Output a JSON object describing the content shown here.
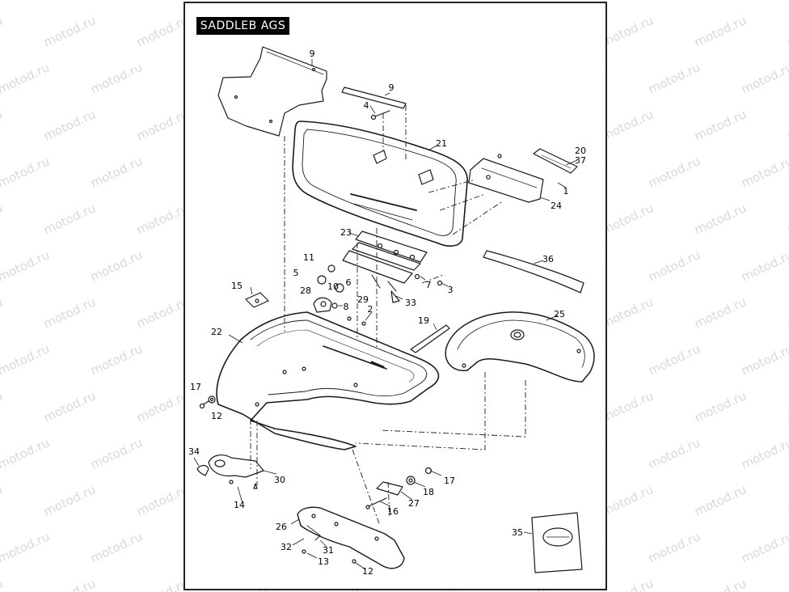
{
  "title": "SADDLEB AGS",
  "watermark": "motod.ru",
  "callouts": [
    "1",
    "2",
    "3",
    "4",
    "5",
    "6",
    "7",
    "8",
    "9",
    "9",
    "10",
    "11",
    "12",
    "12",
    "12",
    "13",
    "14",
    "15",
    "16",
    "17",
    "17",
    "18",
    "19",
    "20",
    "21",
    "22",
    "23",
    "24",
    "25",
    "26",
    "27",
    "28",
    "29",
    "30",
    "31",
    "32",
    "33",
    "34",
    "35",
    "36",
    "37"
  ],
  "colors": {
    "line": "#1a1a1a",
    "watermark": "#d9d9d9",
    "tag_bg": "#000000",
    "tag_fg": "#ffffff"
  }
}
